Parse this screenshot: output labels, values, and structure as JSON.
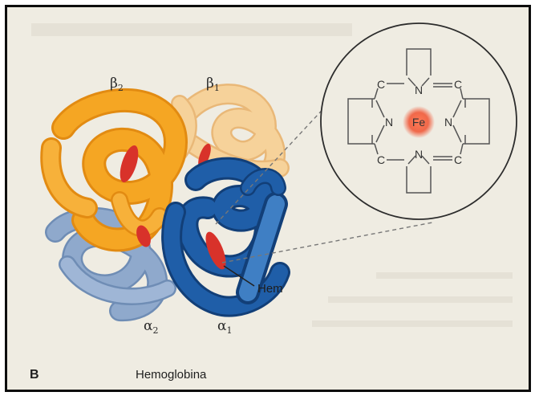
{
  "figure": {
    "panel_letter": "B",
    "caption": "Hemoglobina",
    "subunits": {
      "beta2": "β",
      "beta2_sub": "2",
      "beta1": "β",
      "beta1_sub": "1",
      "alpha2": "α",
      "alpha2_sub": "2",
      "alpha1": "α",
      "alpha1_sub": "1"
    },
    "heme_label": "Hem",
    "inset": {
      "iron": "Fe",
      "nitrogen_top": "N",
      "nitrogen_left": "N",
      "nitrogen_right": "N",
      "nitrogen_bottom": "N",
      "carbon_top_left": "C",
      "carbon_top_right": "C",
      "carbon_bottom_left": "C",
      "carbon_bottom_right": "C"
    }
  },
  "colors": {
    "beta2": "#f5a623",
    "beta1": "#f6d29a",
    "alpha2": "#8fa9cc",
    "alpha1": "#1f5ea8",
    "heme": "#d8322a",
    "iron_glow": "#f0684a",
    "background": "#efece2"
  }
}
